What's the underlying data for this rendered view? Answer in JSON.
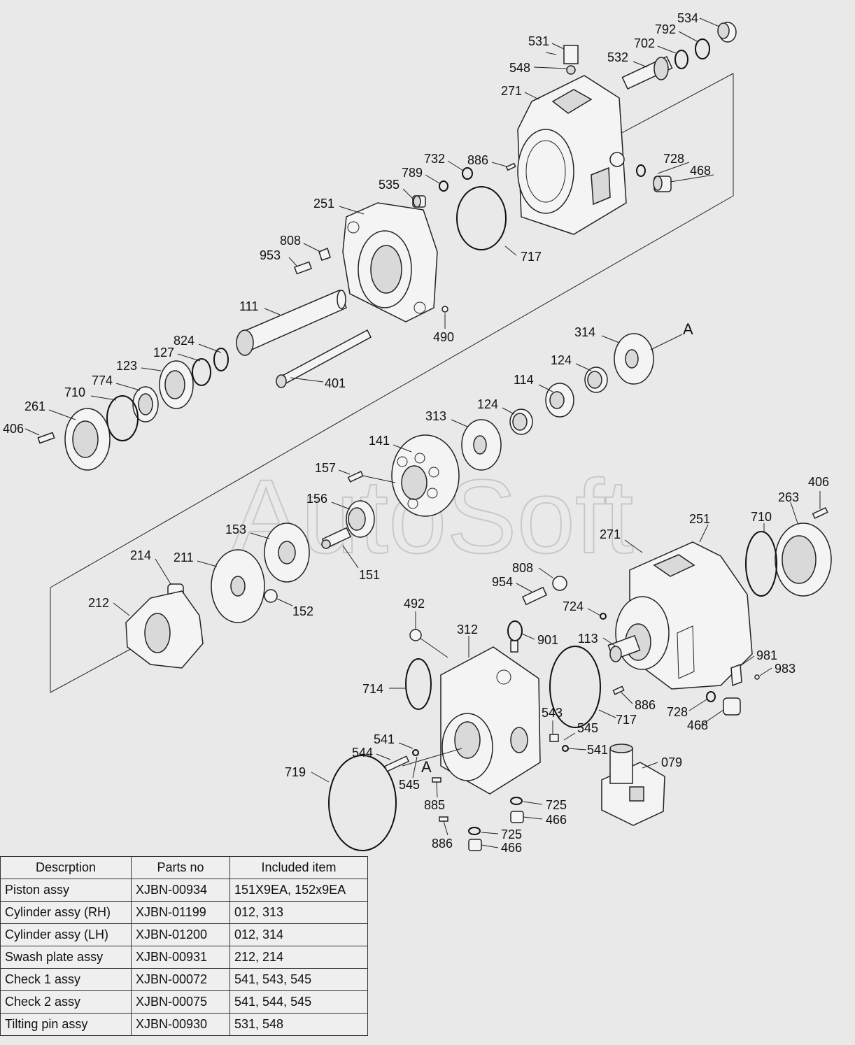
{
  "watermark": "AutoSoft",
  "section_letters": [
    "A",
    "A"
  ],
  "callouts": {
    "c534": "534",
    "c792": "792",
    "c531": "531",
    "c702": "702",
    "c532": "532",
    "c548": "548",
    "c271a": "271",
    "c732": "732",
    "c886a": "886",
    "c789": "789",
    "c728a": "728",
    "c468a": "468",
    "c535": "535",
    "c251a": "251",
    "c808a": "808",
    "c953": "953",
    "c717a": "717",
    "c111": "111",
    "c490": "490",
    "c824": "824",
    "c127": "127",
    "c123": "123",
    "c774": "774",
    "c710a": "710",
    "c261": "261",
    "c406a": "406",
    "c401": "401",
    "c314": "314",
    "c124a": "124",
    "c114": "114",
    "c124b": "124",
    "c313": "313",
    "c141": "141",
    "c157": "157",
    "c156": "156",
    "c153": "153",
    "c151": "151",
    "c152": "152",
    "c214": "214",
    "c211": "211",
    "c212": "212",
    "c406b": "406",
    "c263": "263",
    "c710b": "710",
    "c251b": "251",
    "c271b": "271",
    "c808b": "808",
    "c954": "954",
    "c724": "724",
    "c492": "492",
    "c312": "312",
    "c901": "901",
    "c113": "113",
    "c981": "981",
    "c983": "983",
    "c714": "714",
    "c886b": "886",
    "c728b": "728",
    "c468b": "468",
    "c717b": "717",
    "c543": "543",
    "c545a": "545",
    "c541a": "541",
    "c544": "544",
    "c541b": "541",
    "c545b": "545",
    "c079": "079",
    "c719": "719",
    "c885": "885",
    "c725a": "725",
    "c466a": "466",
    "c886c": "886",
    "c725b": "725",
    "c466b": "466"
  },
  "parts_table": {
    "headers": [
      "Descrption",
      "Parts no",
      "Included item"
    ],
    "rows": [
      [
        "Piston assy",
        "XJBN-00934",
        "151X9EA, 152x9EA"
      ],
      [
        "Cylinder assy (RH)",
        "XJBN-01199",
        "012, 313"
      ],
      [
        "Cylinder assy (LH)",
        "XJBN-01200",
        "012, 314"
      ],
      [
        "Swash plate assy",
        "XJBN-00931",
        "212, 214"
      ],
      [
        "Check 1 assy",
        "XJBN-00072",
        "541, 543, 545"
      ],
      [
        "Check 2 assy",
        "XJBN-00075",
        "541, 544, 545"
      ],
      [
        "Tilting pin assy",
        "XJBN-00930",
        "531, 548"
      ]
    ]
  }
}
